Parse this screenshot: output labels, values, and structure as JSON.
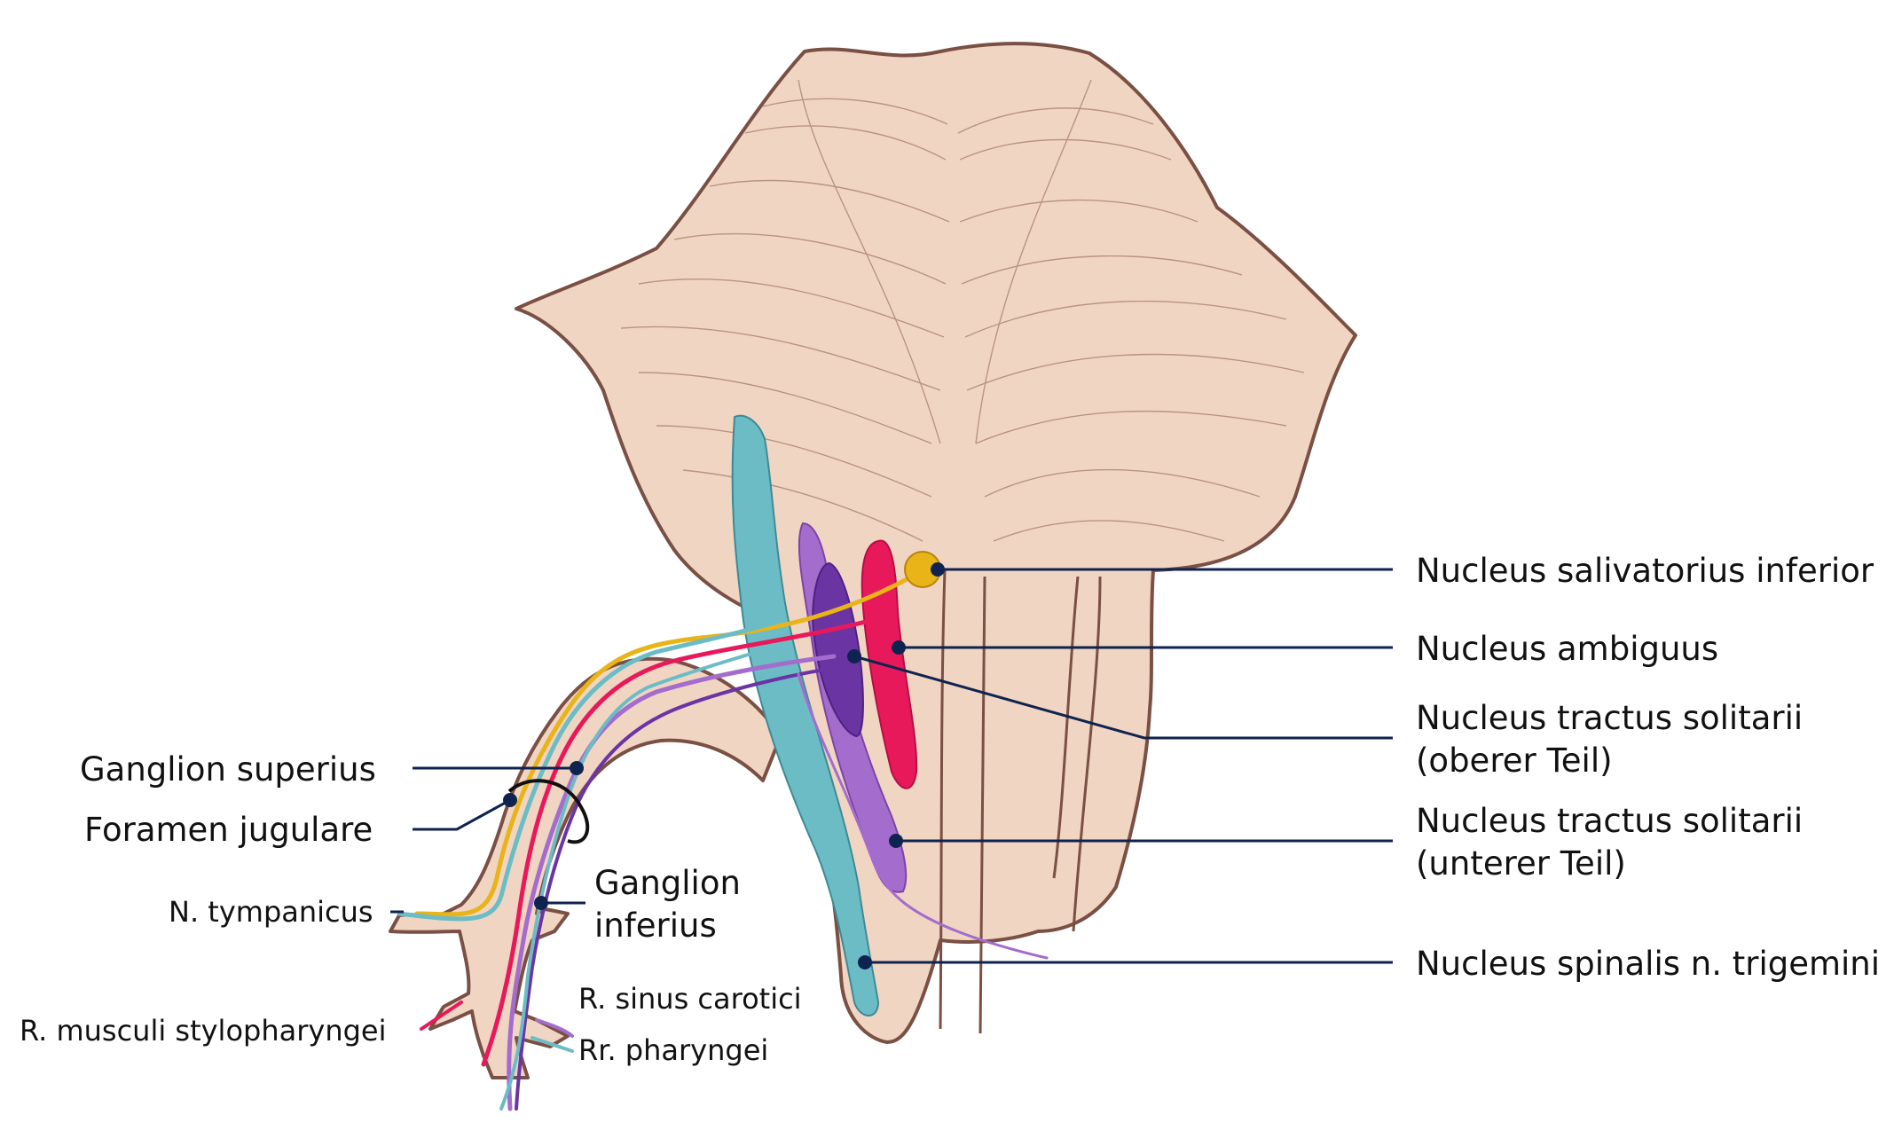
{
  "labels": {
    "nucleus_salivatorius_inferior": "Nucleus salivatorius inferior",
    "nucleus_ambiguus": "Nucleus ambiguus",
    "nts_upper_1": "Nucleus tractus solitarii",
    "nts_upper_2": "(oberer Teil)",
    "nts_lower_1": "Nucleus tractus solitarii",
    "nts_lower_2": "(unterer Teil)",
    "nucleus_spinalis": "Nucleus spinalis n. trigemini",
    "ganglion_superius": "Ganglion superius",
    "foramen_jugulare": "Foramen jugulare",
    "n_tympanicus": "N. tympanicus",
    "ganglion_inferius_1": "Ganglion",
    "ganglion_inferius_2": "inferius",
    "r_sinus_carotici": "R. sinus carotici",
    "r_musculi_stylopharyngei": "R. musculi stylopharyngei",
    "rr_pharyngei": "Rr. pharyngei"
  },
  "colors": {
    "tissue_fill": "#f1d5c3",
    "tissue_outline": "#7a4f44",
    "leader_line": "#0f2350",
    "spinal_trigeminal_teal": "#6cbcc6",
    "solitary_light_purple": "#a46ccc",
    "solitary_dark_purple": "#6b34a3",
    "ambiguus_red": "#e8195a",
    "salivatory_yellow": "#e8b418"
  }
}
